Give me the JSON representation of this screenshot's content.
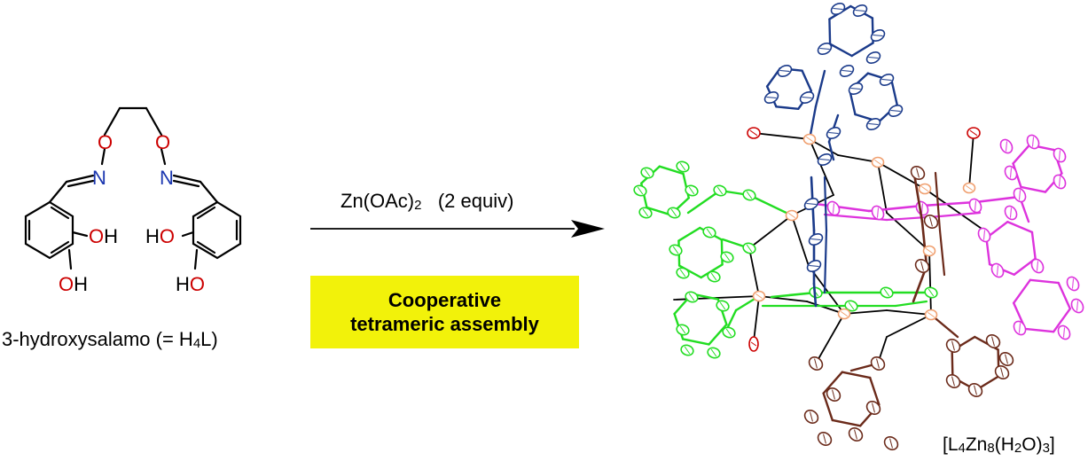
{
  "reagent": {
    "label": "Zn(OAc)",
    "subscript": "2",
    "equiv": "(2 equiv)"
  },
  "assembly": {
    "line1": "Cooperative",
    "line2": "tetrameric assembly"
  },
  "ligand": {
    "name_prefix": "3-hydroxysalamo (= H",
    "name_sub": "4",
    "name_suffix": "L)",
    "atoms": {
      "O": "O",
      "N": "N",
      "OH": "OH",
      "HO": "HO"
    }
  },
  "product": {
    "parts": [
      "[L",
      "4",
      "Zn",
      "8",
      "(H",
      "2",
      "O)",
      "3",
      "]"
    ]
  },
  "colors": {
    "oxygen": "#cc0000",
    "nitrogen": "#1a36b0",
    "green_ligand": "#22dd22",
    "magenta_ligand": "#dd33dd",
    "blue_ligand": "#1a3a8a",
    "brown_ligand": "#6b2a1a",
    "zinc": "#f0a070",
    "highlight": "#f2f20a"
  }
}
